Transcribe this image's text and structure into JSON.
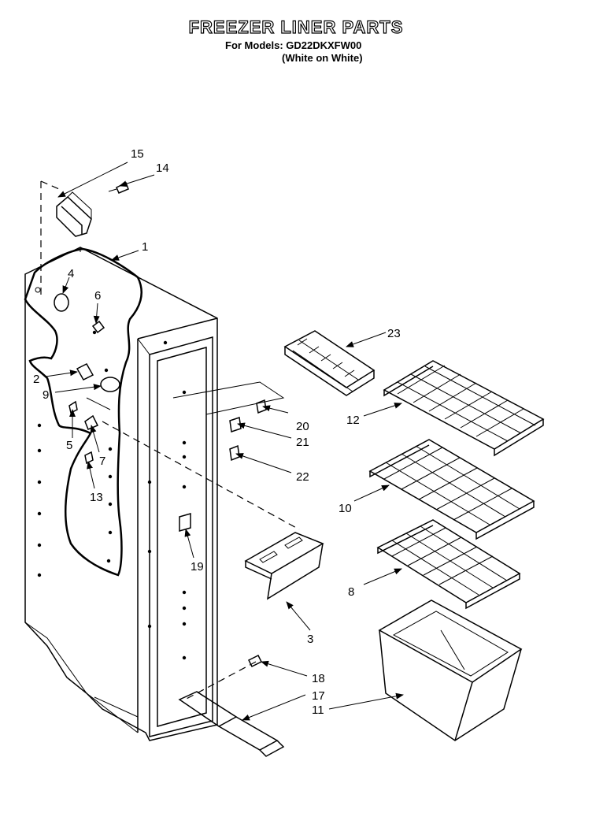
{
  "header": {
    "title": "FREEZER LINER PARTS",
    "models_line": "For Models: GD22DKXFW00",
    "variant_line": "(White on White)"
  },
  "callouts": {
    "c1": "1",
    "c2": "2",
    "c3": "3",
    "c4": "4",
    "c5": "5",
    "c6": "6",
    "c7": "7",
    "c8": "8",
    "c9": "9",
    "c10": "10",
    "c11": "11",
    "c12": "12",
    "c13": "13",
    "c14": "14",
    "c15": "15",
    "c17": "17",
    "c18": "18",
    "c19": "19",
    "c20": "20",
    "c21": "21",
    "c22": "22",
    "c23": "23"
  }
}
